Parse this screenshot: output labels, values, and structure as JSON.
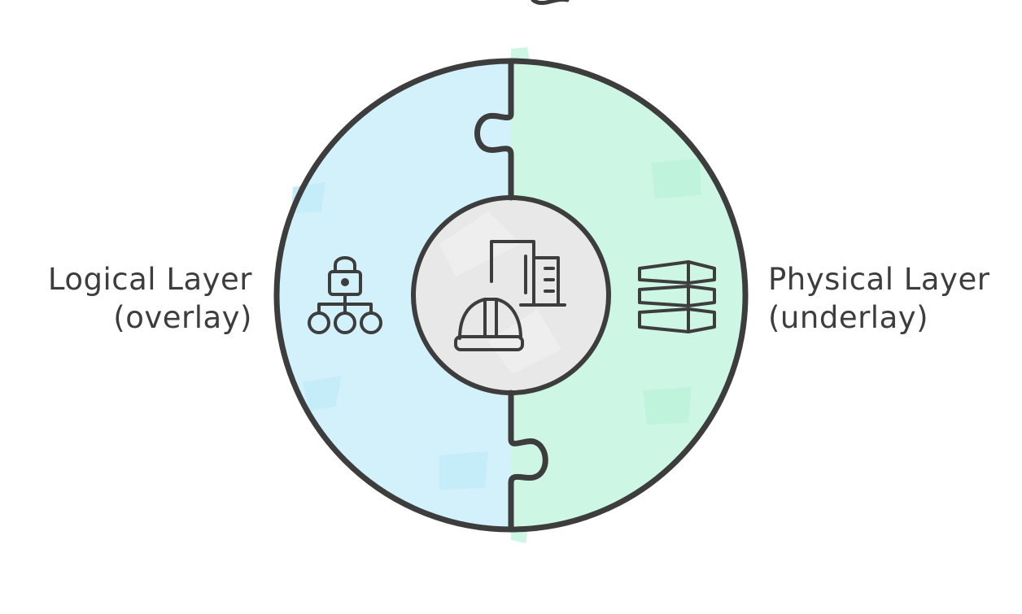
{
  "labels": {
    "left": {
      "line1": "Logical Layer",
      "line2": "(overlay)"
    },
    "right": {
      "line1": "Physical Layer",
      "line2": "(underlay)"
    }
  },
  "colors": {
    "left_fill": "#d2f1fb",
    "right_fill": "#cdf7e4",
    "center_fill": "#e8e8e8",
    "stroke": "#3d3d3d",
    "text": "#3d3d3d"
  },
  "icons": {
    "left": "network-lock-icon",
    "center": "construction-building-icon",
    "right": "stacked-layers-icon"
  }
}
